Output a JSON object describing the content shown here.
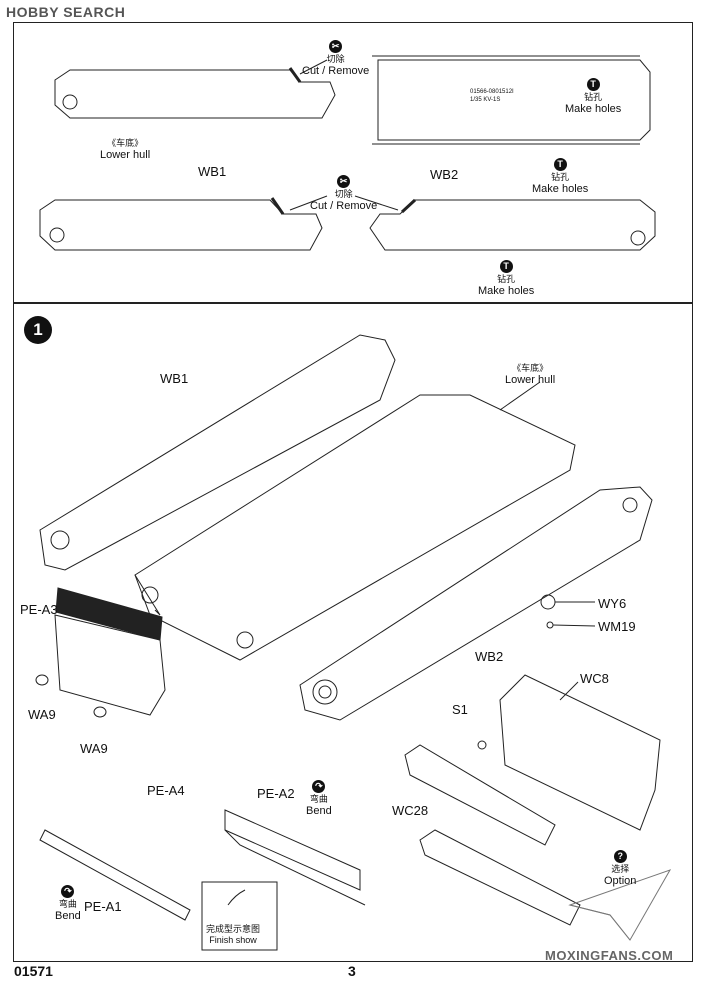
{
  "watermark_top": "HOBBY SEARCH",
  "watermark_bottom": "MOXINGFANS.COM",
  "top": {
    "lower_hull_cn": "《车底》",
    "lower_hull_en": "Lower hull",
    "cut1_cn": "切除",
    "cut1_en": "Cut / Remove",
    "make_holes1_cn": "钻孔",
    "make_holes1_en": "Make holes",
    "hull_text_1": "01566-0801512I",
    "hull_text_2": "1/35 KV-1S",
    "wb1": "WB1",
    "wb2": "WB2",
    "cut2_cn": "切除",
    "cut2_en": "Cut / Remove",
    "make_holes2_cn": "钻孔",
    "make_holes2_en": "Make holes",
    "make_holes3_cn": "钻孔",
    "make_holes3_en": "Make holes"
  },
  "step": {
    "number": "1",
    "wb1": "WB1",
    "lower_hull_cn": "《车底》",
    "lower_hull_en": "Lower hull",
    "pe_a3": "PE-A3",
    "wa9_1": "WA9",
    "wa9_2": "WA9",
    "wb2": "WB2",
    "wy6": "WY6",
    "wm19": "WM19",
    "wc8": "WC8",
    "s1": "S1",
    "wc28": "WC28",
    "pe_a4": "PE-A4",
    "pe_a2": "PE-A2",
    "bend1_cn": "弯曲",
    "bend1_en": "Bend",
    "bend2_cn": "弯曲",
    "bend2_en": "Bend",
    "pe_a1": "PE-A1",
    "finish_cn": "完成型示意图",
    "finish_en": "Finish show",
    "option_cn": "选择",
    "option_en": "Option",
    "option_icon": "?"
  },
  "footer": {
    "code": "01571",
    "page": "3"
  },
  "icons": {
    "cut": "cut-icon",
    "drill": "drill-icon",
    "bend": "bend-icon",
    "option": "question-icon"
  }
}
